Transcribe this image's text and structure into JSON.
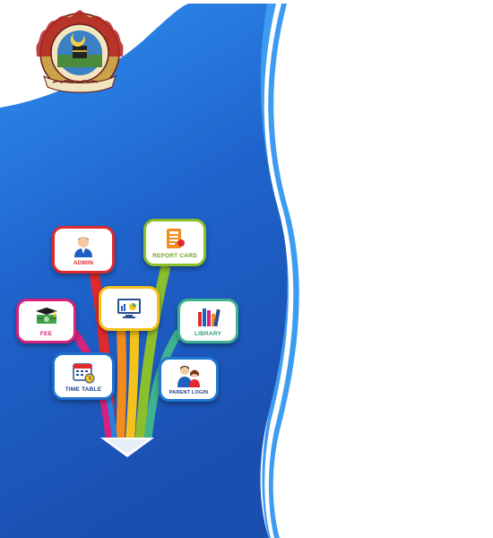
{
  "menu": {
    "admin": "ADMIN",
    "report_card": "REPORT CARD",
    "fee": "FEE",
    "library": "LIBRARY",
    "time_table": "TIME TABLE",
    "parent_login": "PARENT LOGIN"
  },
  "icons": {
    "admin": "admin-avatar-icon",
    "report_card": "report-card-icon",
    "center": "dashboard-chart-icon",
    "fee": "money-stack-icon",
    "library": "books-icon",
    "time_table": "calendar-icon",
    "parent_login": "parent-child-icon"
  },
  "colors": {
    "blue_dark": "#1b56b8",
    "blue_light": "#2f86e8",
    "red": "#e02a2e",
    "green": "#8bbf2b",
    "yellow": "#f5c21b",
    "pink": "#d8217c",
    "teal": "#3fb38f",
    "orange": "#f28c1e"
  }
}
